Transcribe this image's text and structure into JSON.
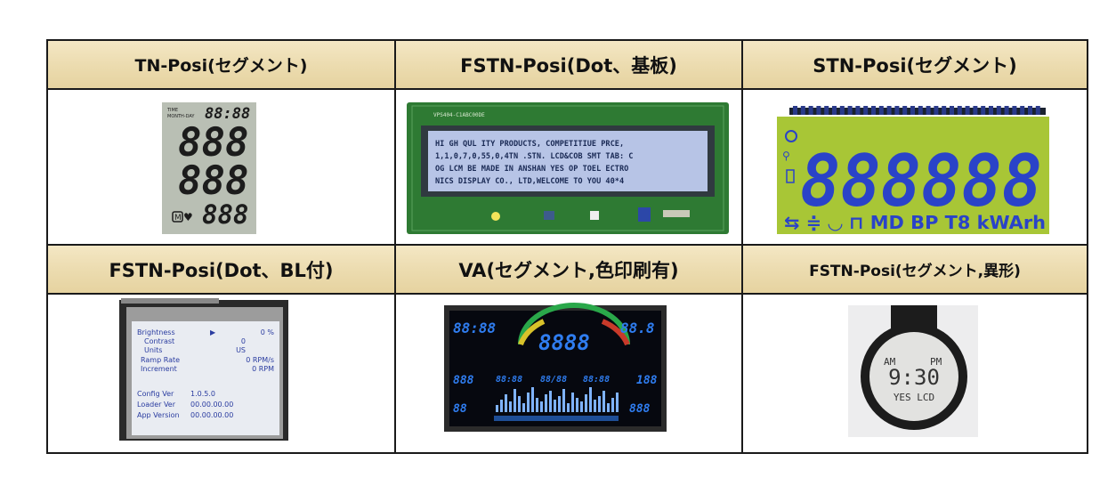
{
  "headers": [
    "TN-Posi(セグメント)",
    "FSTN-Posi(Dot、基板)",
    "STN-Posi(セグメント)",
    "FSTN-Posi(Dot、BL付)",
    "VA(セグメント,色印刷有)",
    "FSTN-Posi(セグメント,異形)"
  ],
  "tn": {
    "time": "TIME",
    "monthday": "MONTH-DAY",
    "clock": "88:88",
    "row": "888",
    "small": "888",
    "m": "M"
  },
  "fstn_dot": {
    "board_label": "VPS404-C1ABC00DE",
    "lines": [
      "HI GH  QUL ITY  PRODUCTS, COMPETITIUE PRCE,",
      "1,1,0,7,0,55,0,4TN .STN. LCD&COB  SMT TAB: C",
      "OG LCM BE MADE IN  ANSHAN  YES OP TOEL ECTRO",
      "NICS DISPLAY  CO., LTD,WELCOME  TO  YOU  40*4"
    ]
  },
  "stn": {
    "digits": "888888",
    "icons": "⇆ ≑ ◡ ⊓ MD BP T8 kWArh"
  },
  "fstn_bl": {
    "menu": [
      [
        "Brightness",
        "▶",
        "0 %"
      ],
      [
        "Contrast",
        "",
        "0"
      ],
      [
        "Units",
        "",
        "US"
      ],
      [
        "Ramp Rate",
        "",
        "0  RPM/s"
      ],
      [
        "Increment",
        "",
        "0  RPM"
      ]
    ],
    "info": [
      [
        "Config Ver",
        "1.0.5.0"
      ],
      [
        "Loader Ver",
        "00.00.00.00"
      ],
      [
        "App Version",
        "00.00.00.00"
      ]
    ]
  },
  "va": {
    "left_top": "88:88",
    "center": "8888",
    "right_top": "88.8",
    "left_mid": "888",
    "right_mid": "188",
    "left_bot": "88",
    "right_bot": "888",
    "mid_a": "88:88",
    "mid_b": "88/88",
    "mid_c": "88:88"
  },
  "round": {
    "am": "AM",
    "pm": "PM",
    "time": "9:30",
    "text": "YES LCD"
  },
  "colors": {
    "header_bg": "#ecdcb0",
    "border": "#1a1a1a",
    "stn_bg": "#a8c636",
    "stn_seg": "#2a43c8",
    "va_bg": "#06080f",
    "va_seg": "#2f7df0",
    "tn_bg": "#b9bfb4",
    "dot_bg": "#b7c4e6",
    "pcb": "#2e7a33"
  }
}
